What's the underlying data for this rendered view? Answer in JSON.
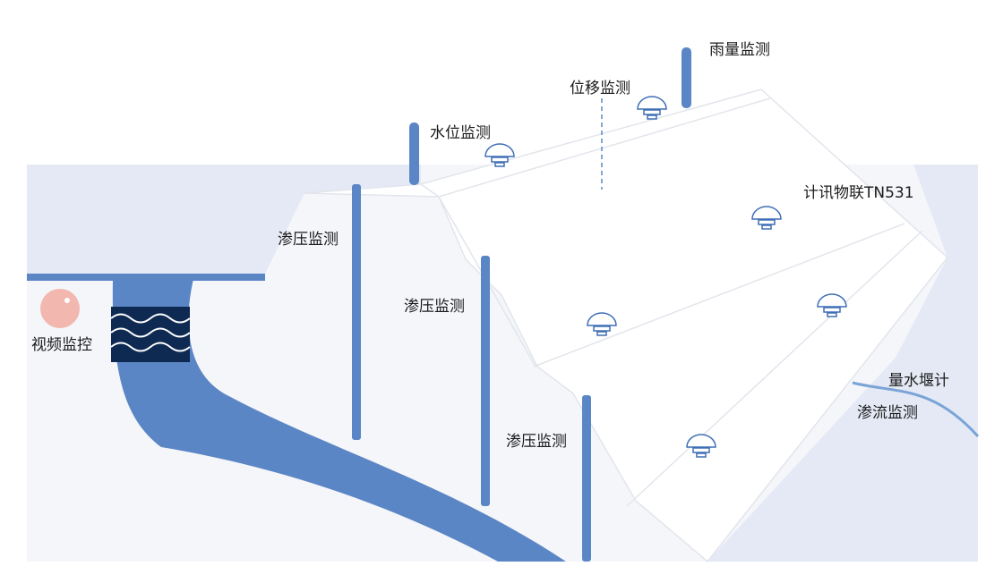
{
  "labels": {
    "rain": "雨量监测",
    "displacement": "位移监测",
    "water_level": "水位监测",
    "iot_device": "计讯物联TN531",
    "seepage_pressure_1": "渗压监测",
    "seepage_pressure_2": "渗压监测",
    "seepage_pressure_3": "渗压监测",
    "video": "视频监控",
    "weir": "量水堰计",
    "seepage_flow": "渗流监测"
  },
  "colors": {
    "background": "#ffffff",
    "panel": "#f5f6fa",
    "water": "#e4e9f5",
    "dam_face": "#ffffff",
    "dam_outline": "#e2e5ec",
    "accent_blue": "#5b86c5",
    "pipe_dark": "#0f2a52",
    "sensor_outline": "#3f6fb5",
    "camera_fill": "#f2b8b0",
    "stream": "#7aa4d6"
  },
  "icons": {
    "sensor": "gnss-dome-sensor-icon",
    "camera": "camera-ball-icon"
  }
}
